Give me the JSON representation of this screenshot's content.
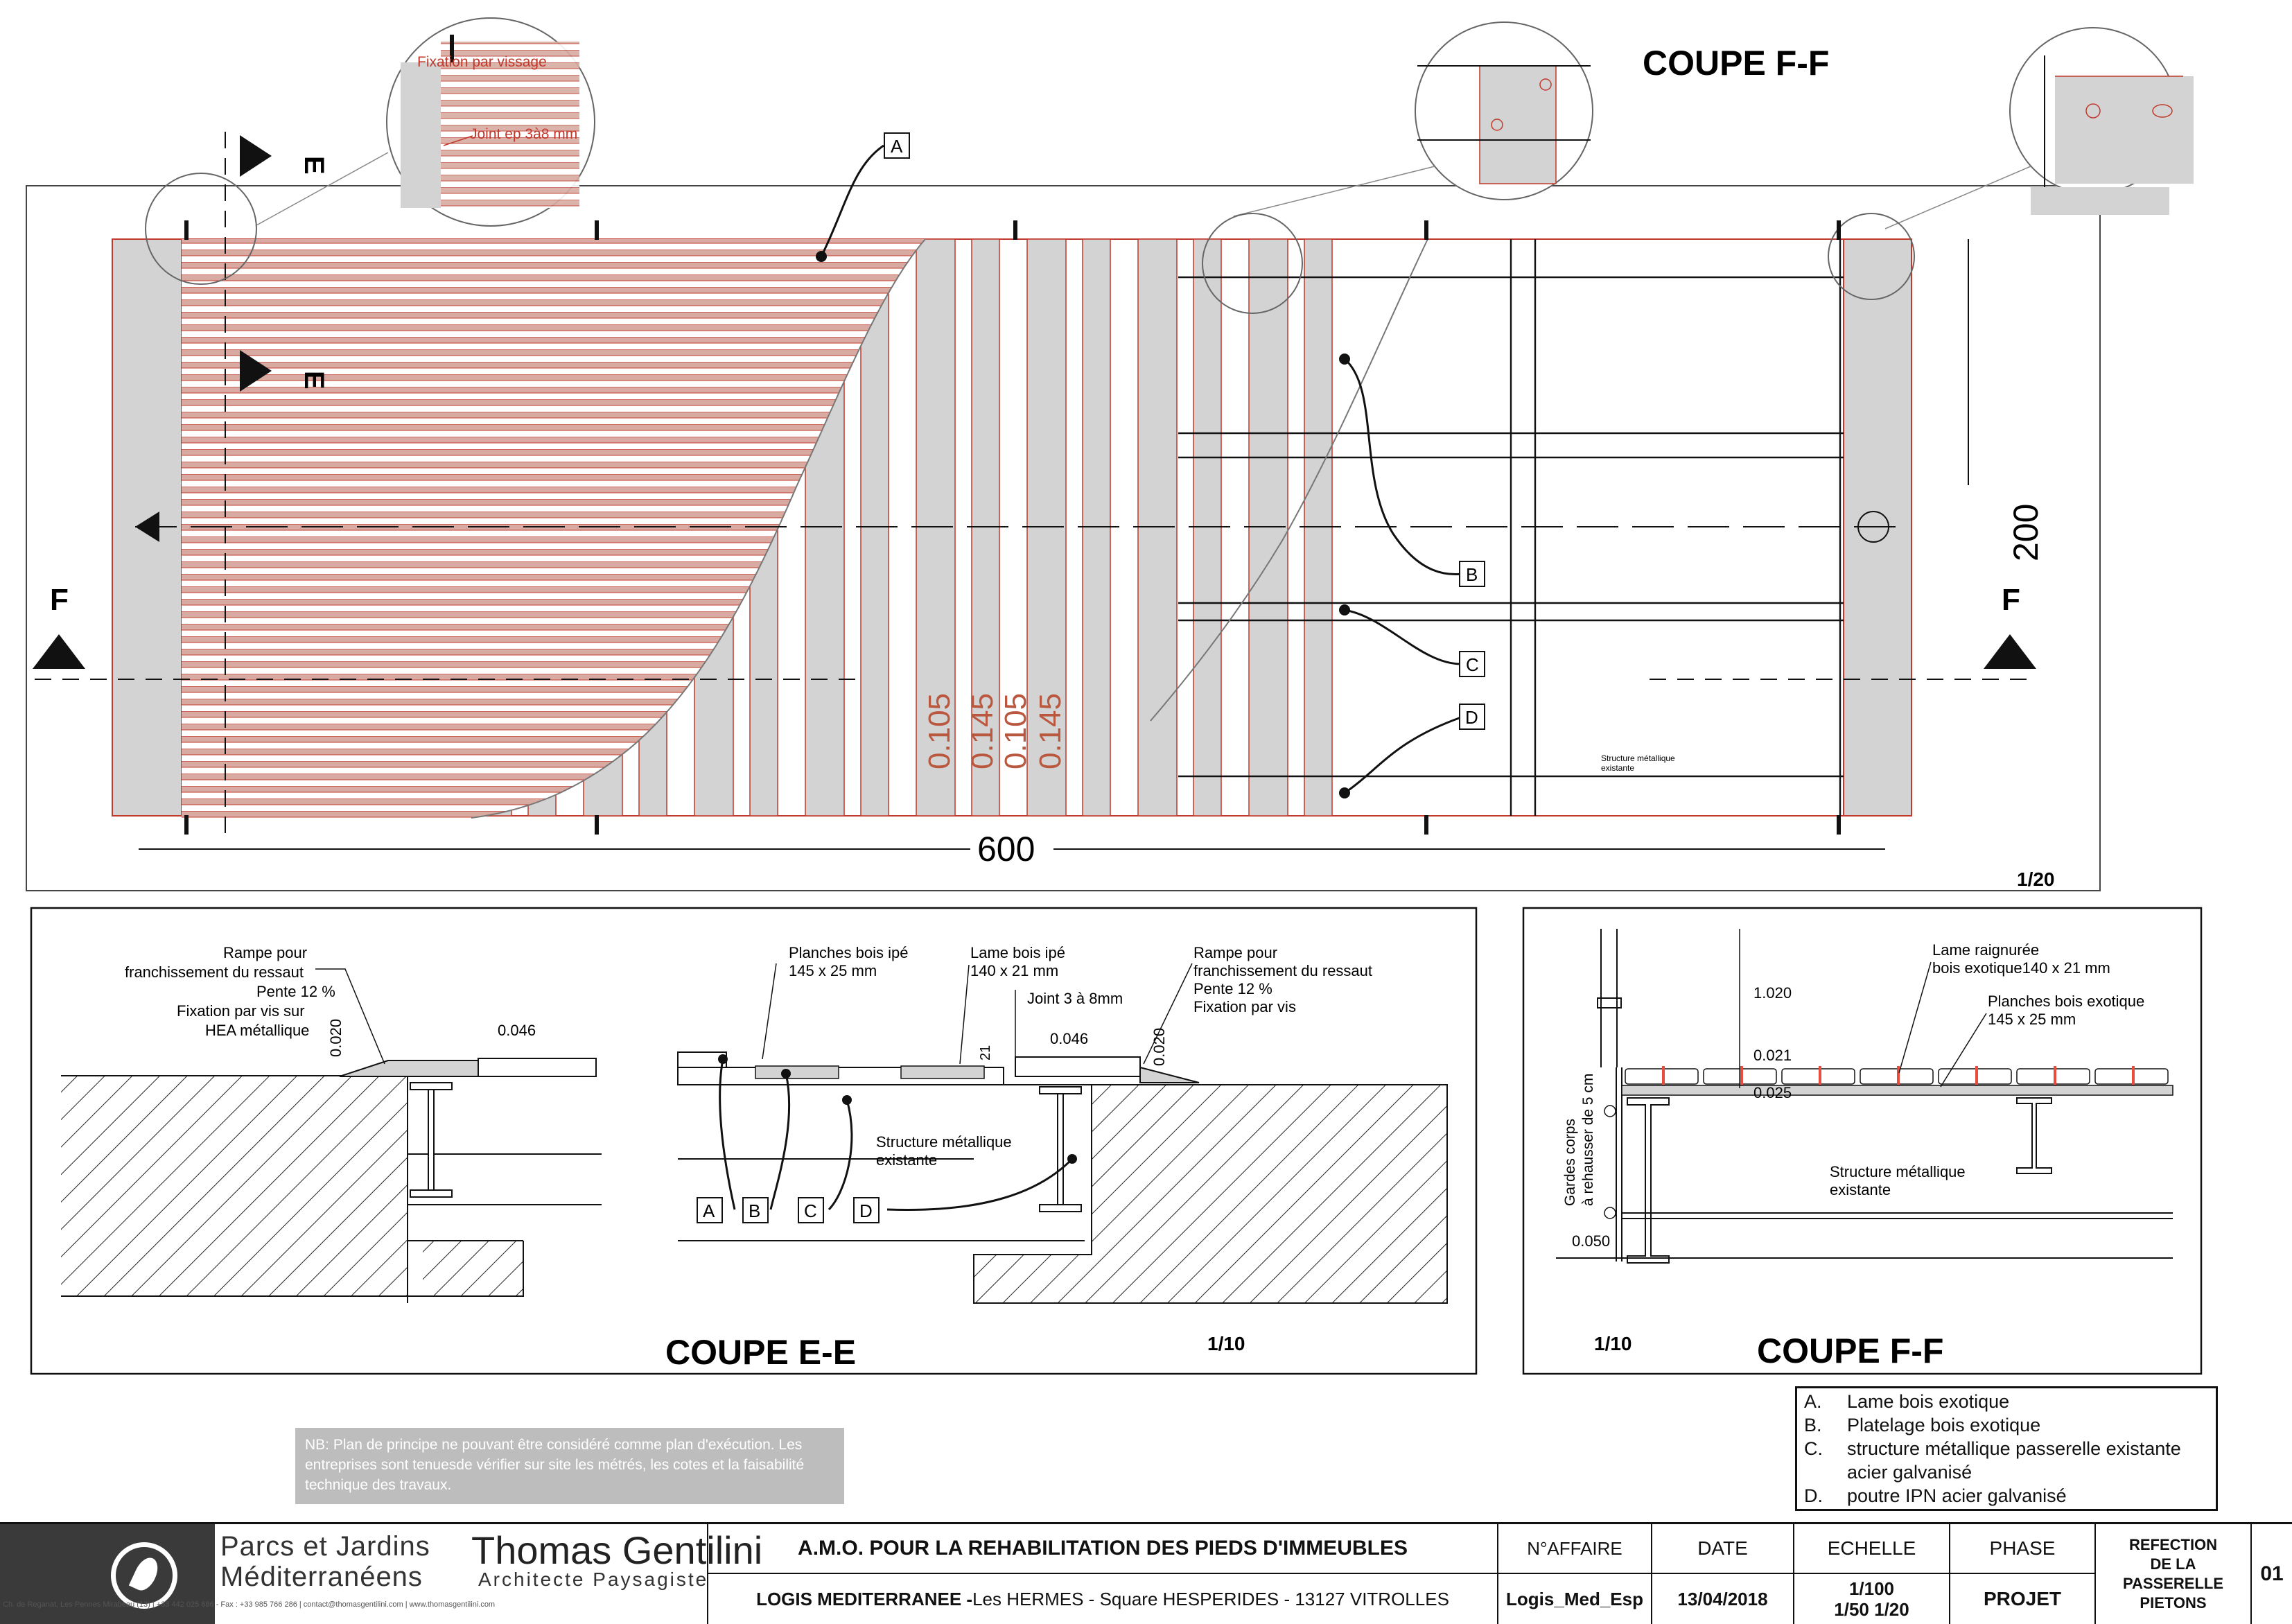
{
  "plan": {
    "title_coupe_ff": "COUPE F-F",
    "section_arrow_e": "E",
    "section_arrow_f": "F",
    "callouts": [
      "A",
      "B",
      "C",
      "D"
    ],
    "detail_note_1": "Fixation par vissage",
    "detail_note_2": "Joint ep 3à8 mm",
    "dim_length": "600",
    "dim_width": "200",
    "board_widths": [
      "0.105",
      "0.145",
      "0.105",
      "0.145"
    ],
    "structure_note_line1": "Structure métallique",
    "structure_note_line2": "existante",
    "scale": "1/20"
  },
  "coupe_ee": {
    "title": "COUPE E-E",
    "scale": "1/10",
    "ramp_left": [
      "Rampe pour",
      "franchissement du ressaut",
      "Pente 12 %",
      "Fixation par vis sur",
      "HEA métallique"
    ],
    "ramp_right": [
      "Rampe pour",
      "franchissement du ressaut",
      "Pente 12 %",
      "Fixation par vis"
    ],
    "planches": [
      "Planches bois ipé",
      "145 x 25 mm"
    ],
    "lame": [
      "Lame bois ipé",
      "140 x 21 mm"
    ],
    "joint": "Joint 3 à 8mm",
    "dim_020": "0.020",
    "dim_046": "0.046",
    "dim_21": "21",
    "structure": [
      "Structure métallique",
      "existante"
    ],
    "callouts": [
      "A",
      "B",
      "C",
      "D"
    ]
  },
  "coupe_ff": {
    "title": "COUPE F-F",
    "scale": "1/10",
    "lame": [
      "Lame raignurée",
      "bois exotique140 x 21 mm"
    ],
    "planches": [
      "Planches bois exotique",
      "145 x 25 mm"
    ],
    "dim_1020": "1.020",
    "dim_021": "0.021",
    "dim_025": "0.025",
    "dim_050": "0.050",
    "gardes_corps": [
      "Gardes corps",
      "à rehausser de 5 cm"
    ],
    "structure": [
      "Structure métallique",
      "existante"
    ]
  },
  "nb_note": "NB: Plan de principe ne pouvant être considéré comme plan d'exécution. Les entreprises sont tenuesde vérifier sur site les métrés, les cotes et la faisabilité technique des travaux.",
  "legend": [
    {
      "key": "A.",
      "text": "Lame bois exotique"
    },
    {
      "key": "B.",
      "text": "Platelage bois exotique"
    },
    {
      "key": "C.",
      "text": "structure métallique passerelle  existante acier galvanisé"
    },
    {
      "key": "D.",
      "text": "poutre  IPN acier galvanisé"
    }
  ],
  "titleblock": {
    "brand_line1": "Parcs et Jardins",
    "brand_line2": "Méditerranéens",
    "architect_name": "Thomas Gentilini",
    "architect_role": "Architecte Paysagiste",
    "address": "Ch. de Reganat, Les Pennes Mirabeau (13) | +33 442 025 686 - Fax : +33 985 766 286 | contact@thomasgentilini.com | www.thomasgentilini.com",
    "project_title": "A.M.O. POUR LA REHABILITATION DES PIEDS D'IMMEUBLES",
    "client_bold": "LOGIS MEDITERRANEE -",
    "client_rest": " Les HERMES - Square HESPERIDES - 13127 VITROLLES",
    "affaire_label": "N°AFFAIRE",
    "affaire_value": "Logis_Med_Esp",
    "date_label": "DATE",
    "date_value": "13/04/2018",
    "echelle_label": "ECHELLE",
    "echelle_value1": "1/100",
    "echelle_value2": "1/50 1/20",
    "phase_label": "PHASE",
    "phase_value": "PROJET",
    "drawing_title": [
      "REFECTION",
      "DE LA",
      "PASSERELLE",
      "PIETONS"
    ],
    "sheet_number": "01"
  }
}
